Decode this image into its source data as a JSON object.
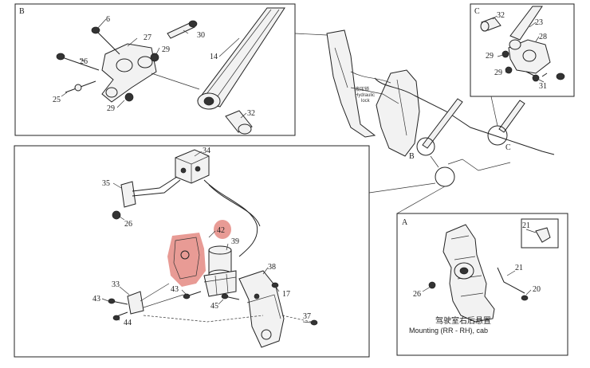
{
  "sections": {
    "b": "B",
    "c": "C",
    "a": "A"
  },
  "callouts": {
    "b": [
      "6",
      "27",
      "30",
      "14",
      "29",
      "26",
      "25",
      "29",
      "32"
    ],
    "c": [
      "32",
      "23",
      "28",
      "29",
      "29",
      "31"
    ],
    "main": [
      "34",
      "35",
      "26",
      "42",
      "39",
      "38",
      "33",
      "43",
      "43",
      "44",
      "45",
      "17",
      "37"
    ],
    "a": [
      "21",
      "21",
      "26",
      "20"
    ]
  },
  "overview": {
    "hydraulic_cn": "液压锁",
    "hydraulic_en1": "Hydraulic",
    "hydraulic_en2": "lock",
    "marker_b": "B",
    "marker_c": "C"
  },
  "caption_cn": "驾驶室右后悬置",
  "caption_en": "Mounting (RR - RH), cab",
  "colors": {
    "highlight": "#e07a72",
    "line": "#222222"
  }
}
